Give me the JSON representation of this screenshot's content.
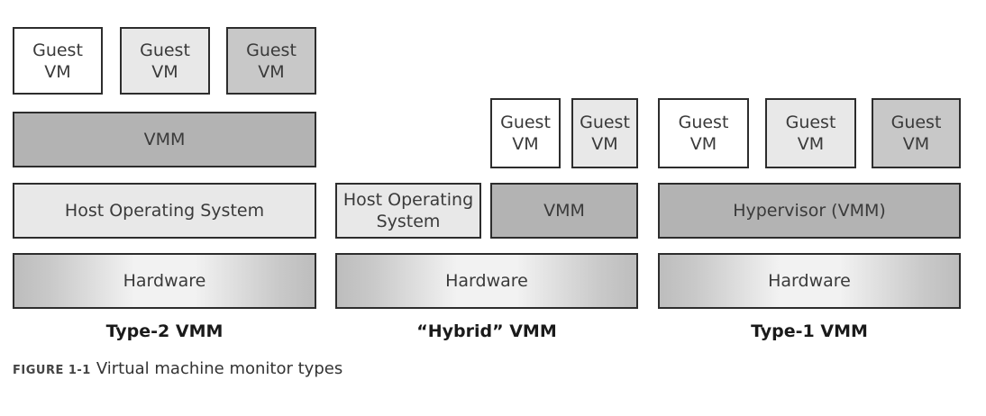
{
  "labels": {
    "guest_line1": "Guest",
    "guest_line2": "VM",
    "vmm": "VMM",
    "host_os": "Host Operating System",
    "host_os_line1": "Host Operating",
    "host_os_line2": "System",
    "hardware": "Hardware",
    "hypervisor": "Hypervisor (VMM)"
  },
  "captions": {
    "type2": "Type-2 VMM",
    "hybrid": "“Hybrid” VMM",
    "type1": "Type-1 VMM"
  },
  "figure": {
    "number": "FIGURE 1-1",
    "caption": "Virtual machine monitor types"
  }
}
